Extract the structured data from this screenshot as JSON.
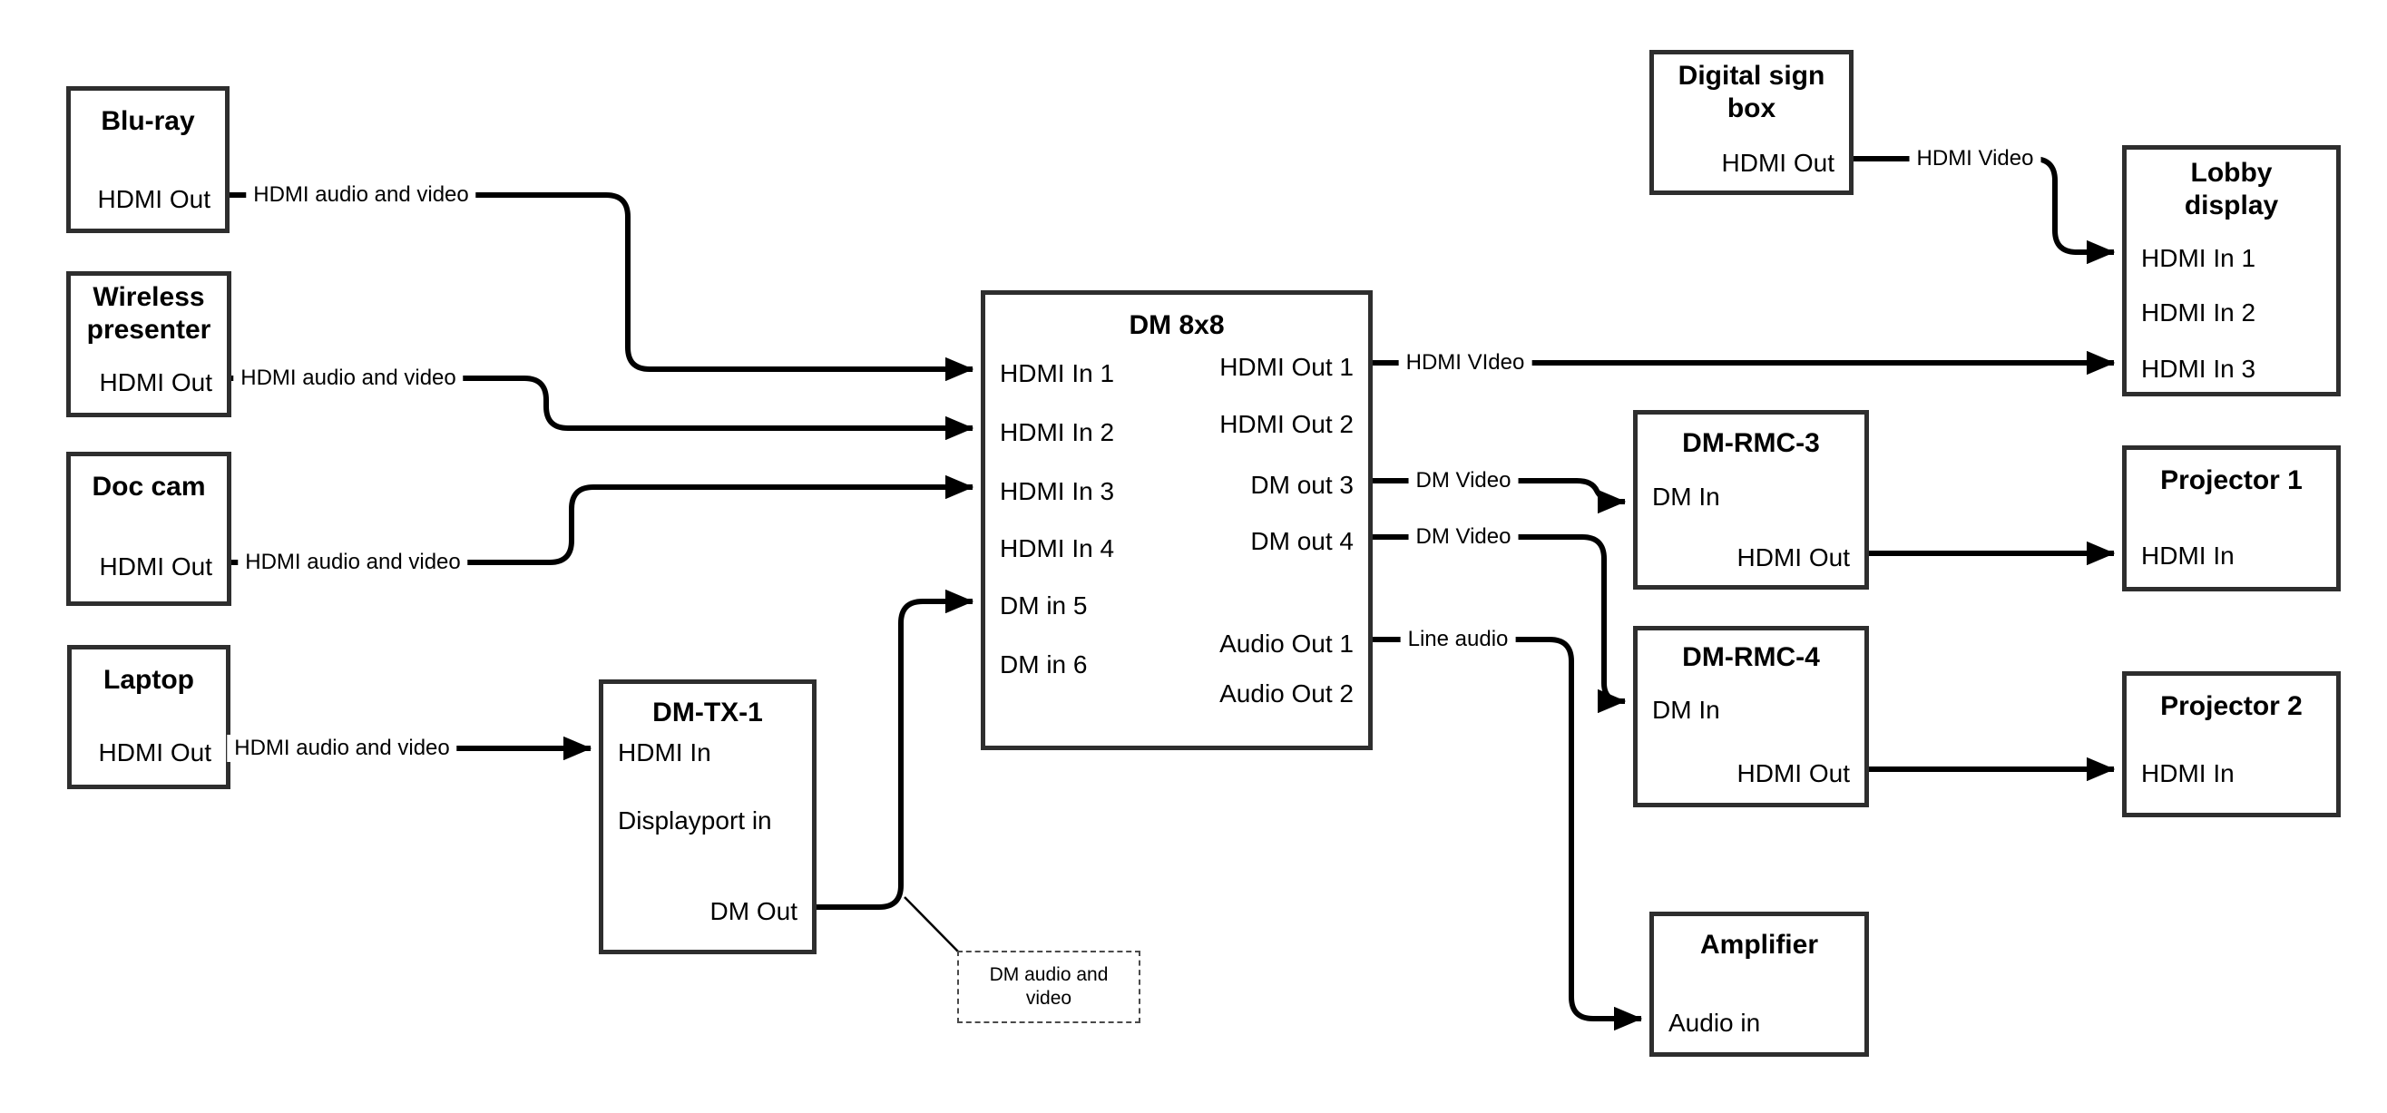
{
  "nodes": {
    "bluray": {
      "title": "Blu-ray",
      "ports": {
        "hdmi_out": "HDMI Out"
      }
    },
    "wireless_presenter": {
      "title": "Wireless presenter",
      "ports": {
        "hdmi_out": "HDMI Out"
      }
    },
    "doc_cam": {
      "title": "Doc cam",
      "ports": {
        "hdmi_out": "HDMI Out"
      }
    },
    "laptop": {
      "title": "Laptop",
      "ports": {
        "hdmi_out": "HDMI Out"
      }
    },
    "dm_tx_1": {
      "title": "DM-TX-1",
      "ports": {
        "hdmi_in": "HDMI In",
        "displayport_in": "Displayport in",
        "dm_out": "DM Out"
      }
    },
    "dm_8x8": {
      "title": "DM 8x8",
      "ports": {
        "hdmi_in_1": "HDMI In 1",
        "hdmi_in_2": "HDMI In 2",
        "hdmi_in_3": "HDMI In 3",
        "hdmi_in_4": "HDMI In 4",
        "dm_in_5": "DM in 5",
        "dm_in_6": "DM in 6",
        "hdmi_out_1": "HDMI Out 1",
        "hdmi_out_2": "HDMI Out 2",
        "dm_out_3": "DM out 3",
        "dm_out_4": "DM out 4",
        "audio_out_1": "Audio Out 1",
        "audio_out_2": "Audio Out 2"
      }
    },
    "digital_sign_box": {
      "title": "Digital sign box",
      "ports": {
        "hdmi_out": "HDMI Out"
      }
    },
    "lobby_display": {
      "title": "Lobby display",
      "ports": {
        "hdmi_in_1": "HDMI In 1",
        "hdmi_in_2": "HDMI In 2",
        "hdmi_in_3": "HDMI In 3"
      }
    },
    "dm_rmc_3": {
      "title": "DM-RMC-3",
      "ports": {
        "dm_in": "DM In",
        "hdmi_out": "HDMI Out"
      }
    },
    "projector_1": {
      "title": "Projector 1",
      "ports": {
        "hdmi_in": "HDMI In"
      }
    },
    "dm_rmc_4": {
      "title": "DM-RMC-4",
      "ports": {
        "dm_in": "DM In",
        "hdmi_out": "HDMI Out"
      }
    },
    "projector_2": {
      "title": "Projector 2",
      "ports": {
        "hdmi_in": "HDMI In"
      }
    },
    "amplifier": {
      "title": "Amplifier",
      "ports": {
        "audio_in": "Audio in"
      }
    }
  },
  "wires": {
    "bluray_to_dm8x8": {
      "label": "HDMI audio and video"
    },
    "wireless_to_dm8x8": {
      "label": "HDMI audio and video"
    },
    "doccam_to_dm8x8": {
      "label": "HDMI audio and video"
    },
    "laptop_to_dmtx1": {
      "label": "HDMI audio and video"
    },
    "hdmiout1_to_lobby": {
      "label": "HDMI VIdeo"
    },
    "dmout3_to_rmc3": {
      "label": "DM Video"
    },
    "dmout4_to_rmc4": {
      "label": "DM Video"
    },
    "audioout1_to_amp": {
      "label": "Line audio"
    },
    "signbox_to_lobby": {
      "label": "HDMI Video"
    }
  },
  "note": {
    "text": "DM audio and video"
  },
  "colors": {
    "background": "#ffffff",
    "box_border": "#2e2e2e",
    "wire": "#000000",
    "text": "#000000"
  }
}
